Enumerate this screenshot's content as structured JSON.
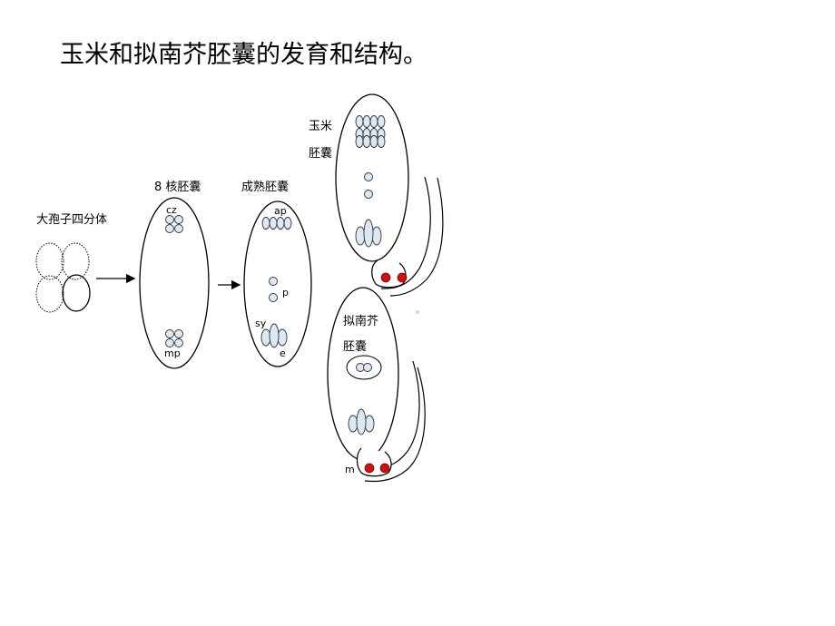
{
  "title": "玉米和拟南芥胚囊的发育和结构。",
  "labels": {
    "megaspore_tetrad": "大孢子四分体",
    "eight_nucleate": "8 核胚囊",
    "mature_sac": "成熟胚囊",
    "maize_line1": "玉米",
    "maize_line2": "胚囊",
    "arabidopsis_line1": "拟南芥",
    "arabidopsis_line2": "胚囊"
  },
  "cell_labels": {
    "cz": "cz",
    "mp": "mp",
    "ap": "ap",
    "p": "p",
    "sy": "sy",
    "e": "e",
    "m": "m"
  },
  "colors": {
    "synergid_dot": "#cc1111",
    "nucleus_fill": "#dce8f4",
    "outline": "#000000"
  }
}
